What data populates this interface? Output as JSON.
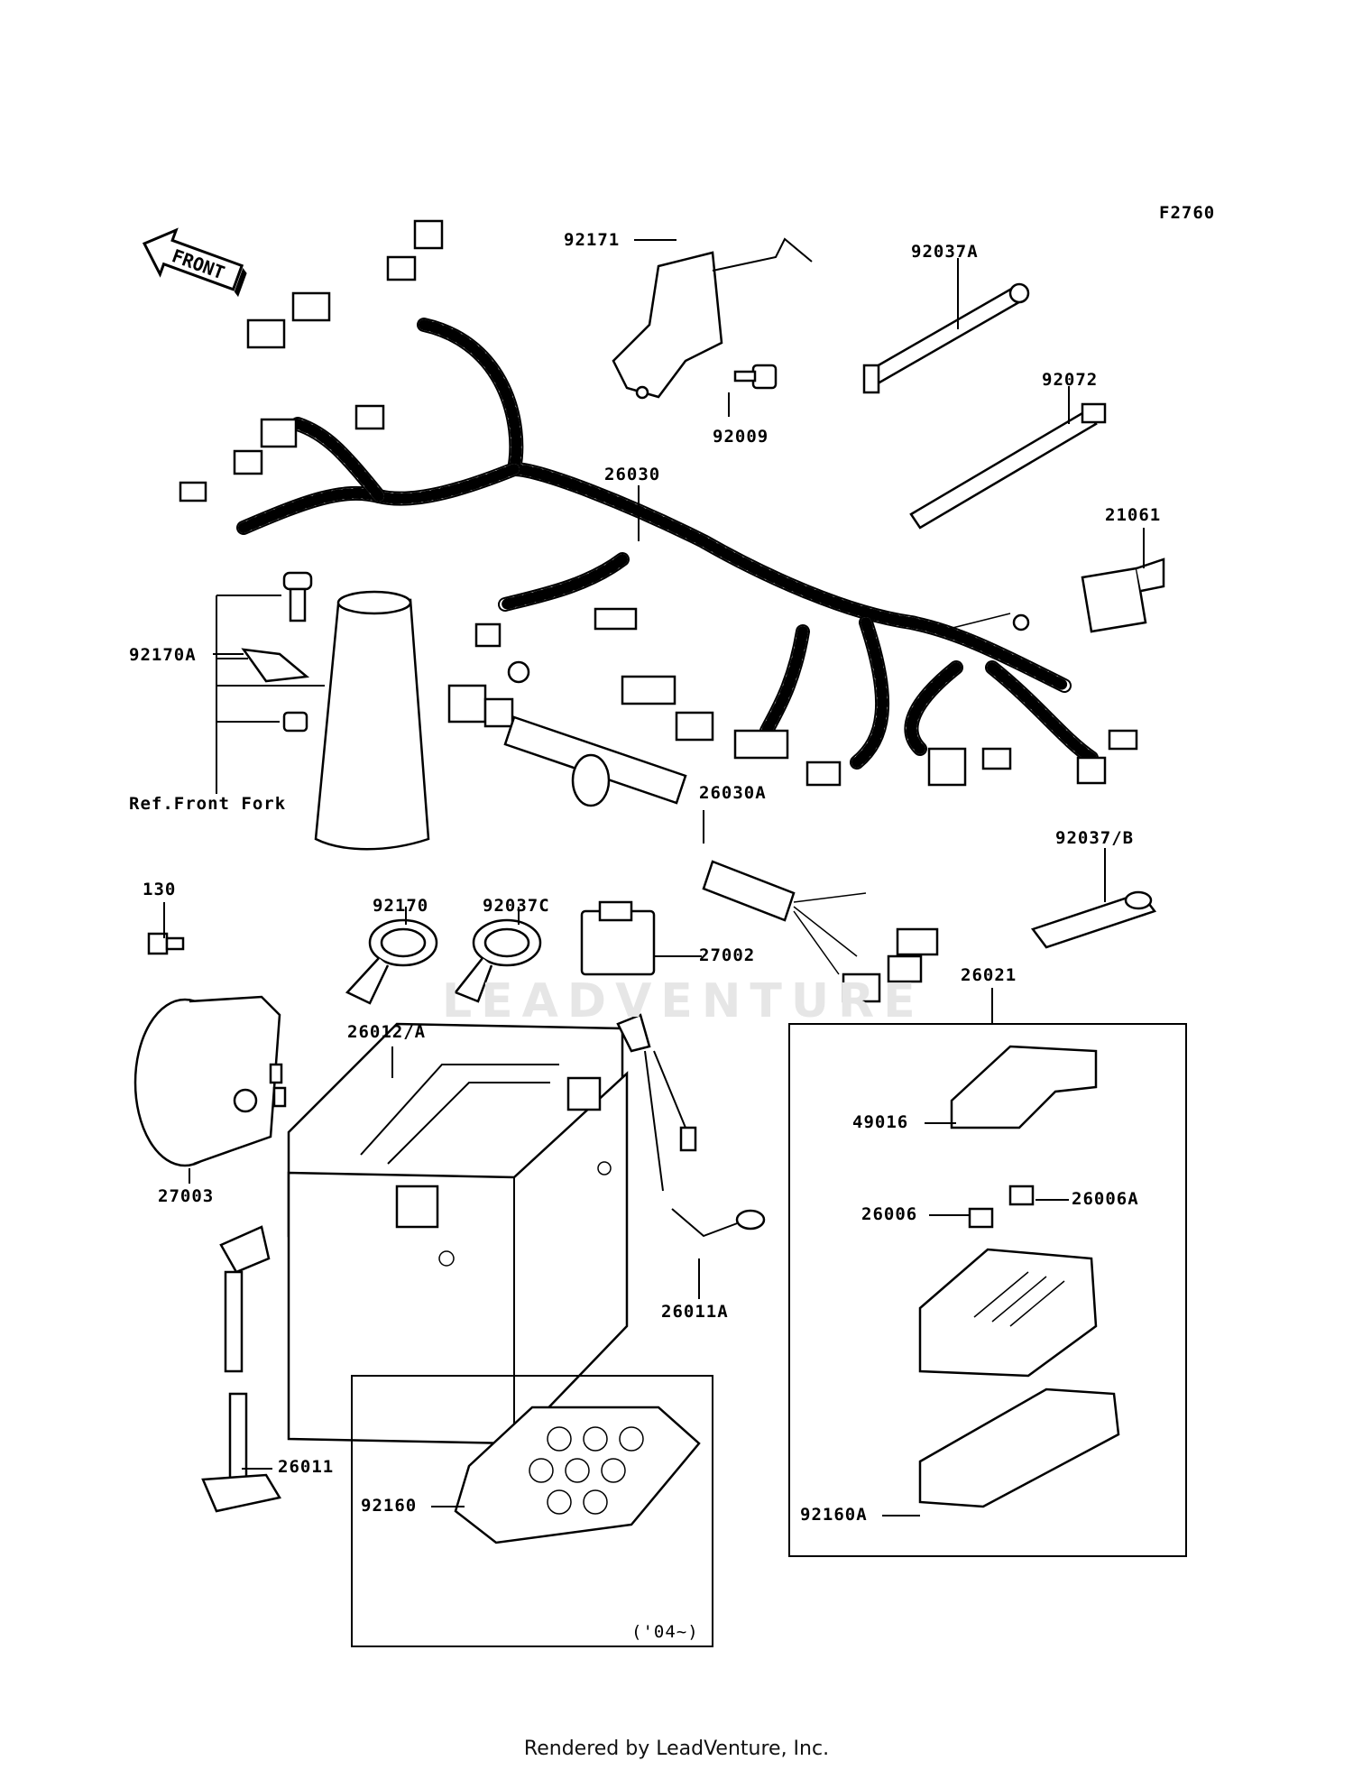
{
  "figure_code": "F2760",
  "front_label": "FRONT",
  "watermark": "LEADVENTURE",
  "footer": "Rendered by LeadVenture, Inc.",
  "callouts": [
    {
      "id": "92171",
      "text": "92171"
    },
    {
      "id": "92037A",
      "text": "92037A"
    },
    {
      "id": "92009",
      "text": "92009"
    },
    {
      "id": "92072",
      "text": "92072"
    },
    {
      "id": "26030",
      "text": "26030"
    },
    {
      "id": "21061",
      "text": "21061"
    },
    {
      "id": "92170A",
      "text": "92170A"
    },
    {
      "id": "ref-front-fork",
      "text": "Ref.Front Fork"
    },
    {
      "id": "26030A",
      "text": "26030A"
    },
    {
      "id": "92037B",
      "text": "92037/B"
    },
    {
      "id": "130",
      "text": "130"
    },
    {
      "id": "92170",
      "text": "92170"
    },
    {
      "id": "92037C",
      "text": "92037C"
    },
    {
      "id": "27002",
      "text": "27002"
    },
    {
      "id": "26021",
      "text": "26021"
    },
    {
      "id": "26012A",
      "text": "26012/A"
    },
    {
      "id": "49016",
      "text": "49016"
    },
    {
      "id": "27003",
      "text": "27003"
    },
    {
      "id": "26006",
      "text": "26006"
    },
    {
      "id": "26006A",
      "text": "26006A"
    },
    {
      "id": "26011A",
      "text": "26011A"
    },
    {
      "id": "26011",
      "text": "26011"
    },
    {
      "id": "92160A",
      "text": "92160A"
    },
    {
      "id": "92160",
      "text": "92160"
    },
    {
      "id": "year-note",
      "text": "('04~)"
    }
  ]
}
